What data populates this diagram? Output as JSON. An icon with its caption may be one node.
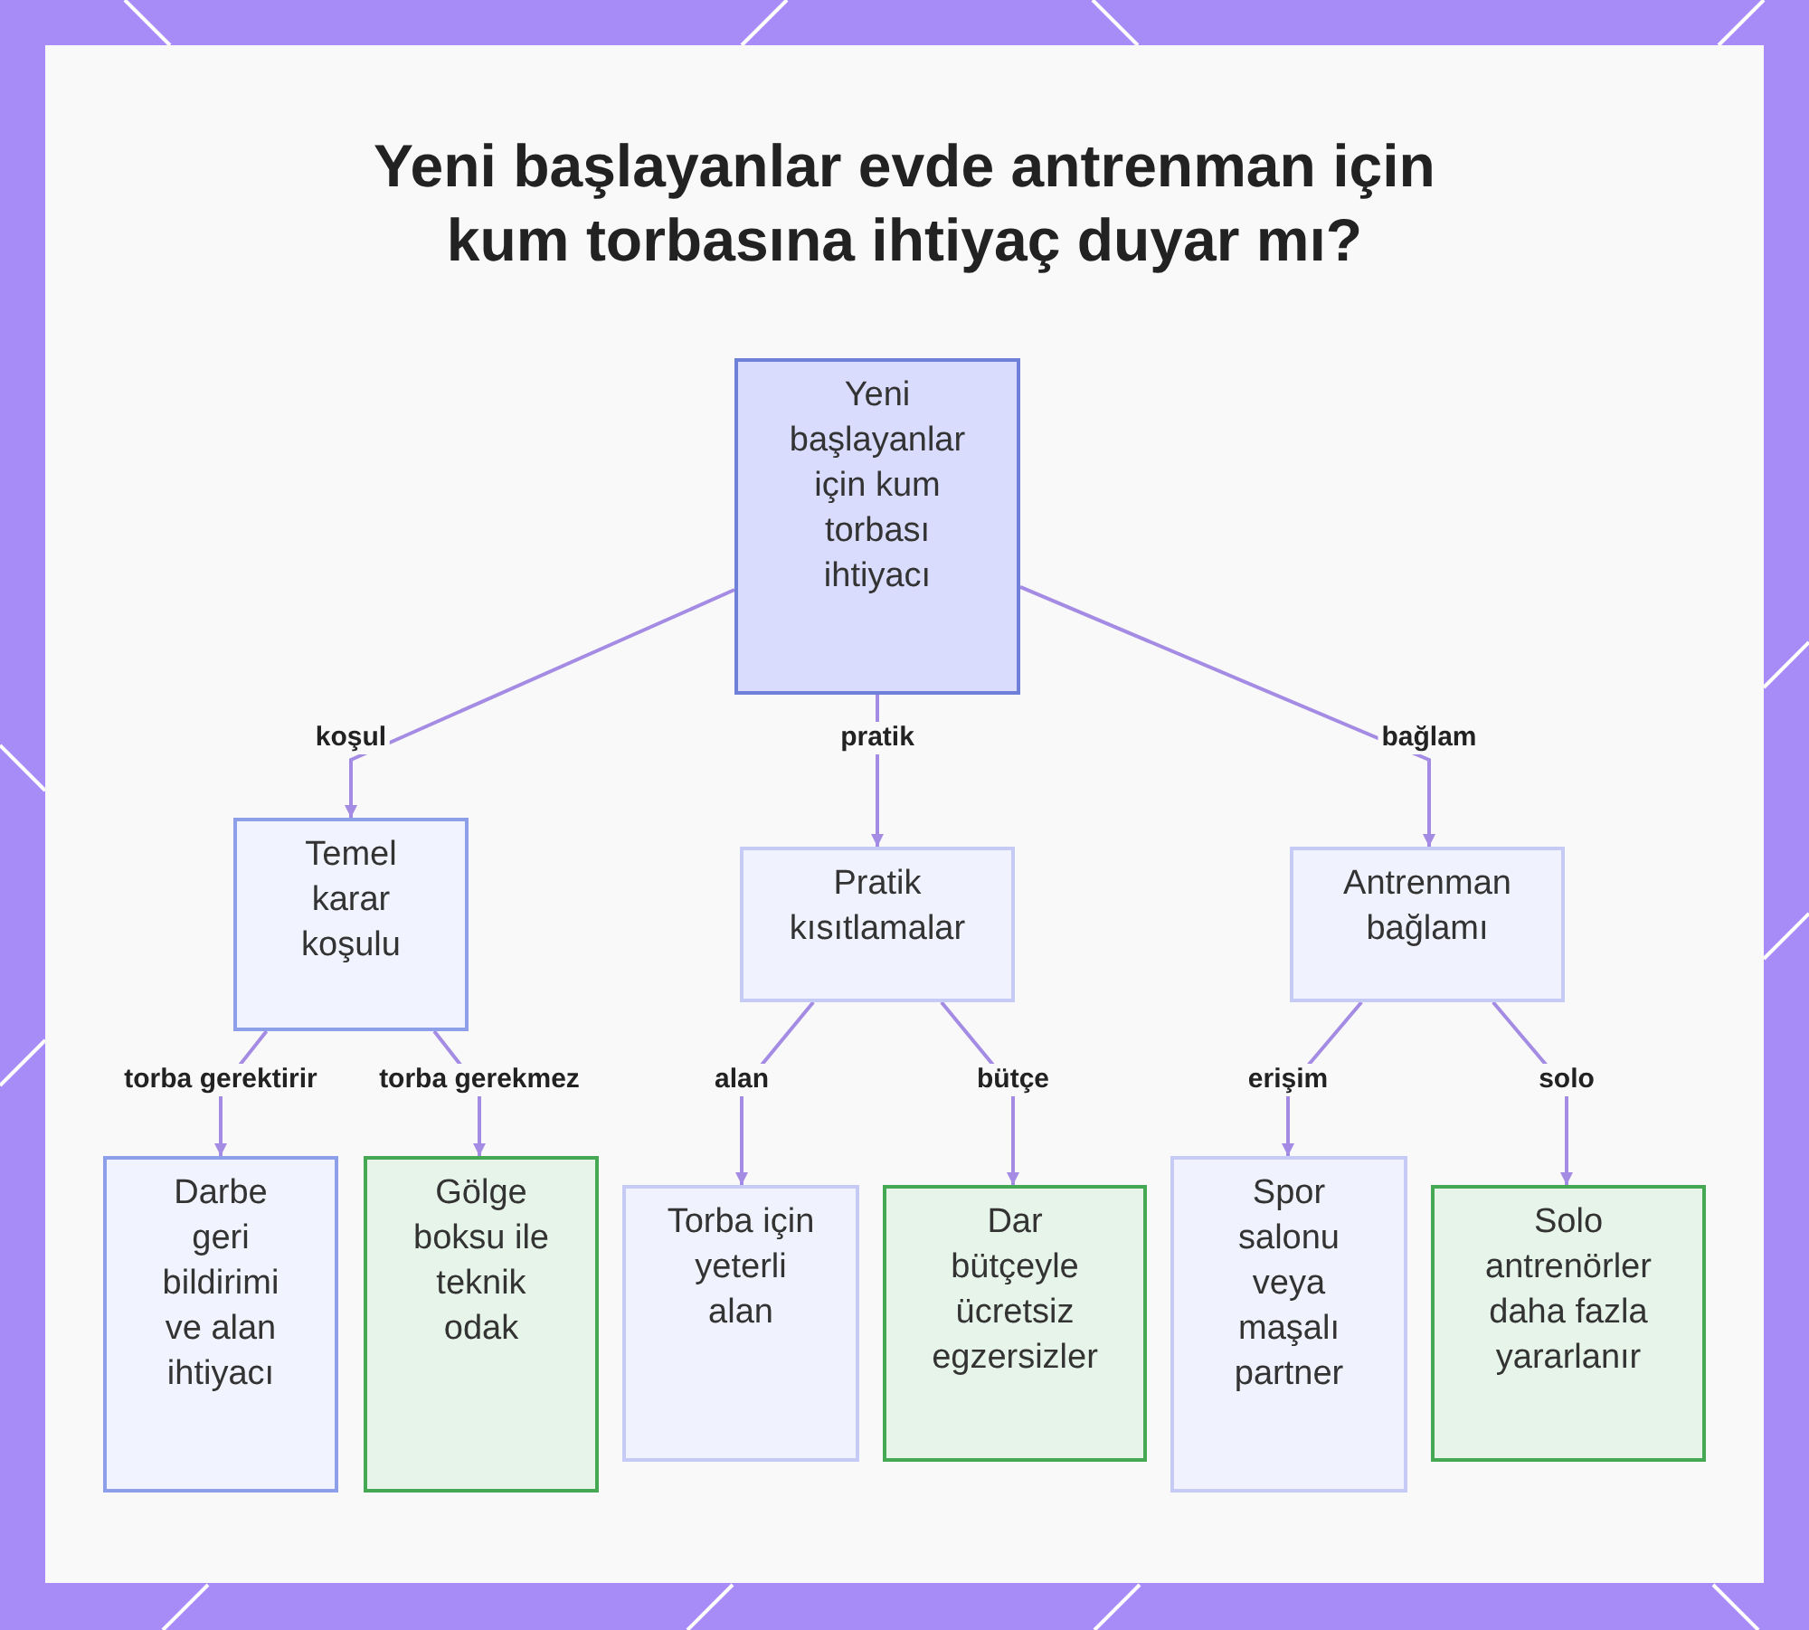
{
  "diagram": {
    "title": "Yeni başlayanlar evde antrenman için kum torbasına ihtiyaç duyar mı?",
    "nodes": [
      {
        "text": [
          "Yeni başlayanlar için kum torbası ihtiyacı"
        ]
      },
      {
        "text": [
          "Temel karar koşulu"
        ]
      },
      {
        "text": [
          "Pratik kısıtlamalar"
        ]
      },
      {
        "text": [
          "Antrenman bağlamı"
        ]
      },
      {
        "text": [
          "Darbe geri bildirimi ve alan ihtiyacı"
        ]
      },
      {
        "text": [
          "Gölge boksu ile teknik odak"
        ]
      },
      {
        "text": [
          "Torba için yeterli alan"
        ]
      },
      {
        "text": [
          "Dar bütçeyle ücretsiz egzersizler"
        ]
      },
      {
        "text": [
          "Spor salonu veya maşalı partner"
        ]
      },
      {
        "text": [
          "Solo antrenörler daha fazla yararlanır"
        ]
      }
    ],
    "edges": [
      {
        "from": 0,
        "to": 1,
        "arrow": "to",
        "label": "koşul"
      },
      {
        "from": 0,
        "to": 2,
        "arrow": "to",
        "label": "pratik"
      },
      {
        "from": 0,
        "to": 3,
        "arrow": "to",
        "label": "bağlam"
      },
      {
        "from": 1,
        "to": 4,
        "arrow": "to",
        "label": "torba gerektirir"
      },
      {
        "from": 1,
        "to": 5,
        "arrow": "to",
        "label": "torba gerekmez"
      },
      {
        "from": 2,
        "to": 6,
        "arrow": "to",
        "label": "alan"
      },
      {
        "from": 2,
        "to": 7,
        "arrow": "to",
        "label": "bütçe"
      },
      {
        "from": 3,
        "to": 8,
        "arrow": "to",
        "label": "erişim"
      },
      {
        "from": 3,
        "to": 9,
        "arrow": "to",
        "label": "solo"
      }
    ]
  }
}
